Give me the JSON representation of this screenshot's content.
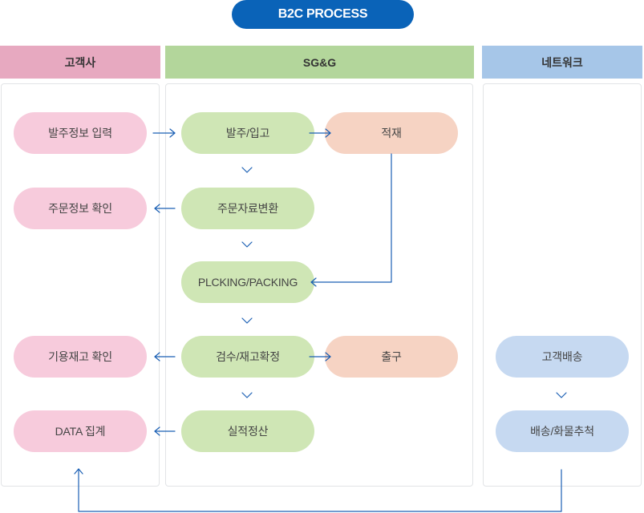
{
  "title": "B2C PROCESS",
  "columns": [
    {
      "label": "고객사",
      "color": "#e7a9c0"
    },
    {
      "label": "SG&G",
      "color": "#b3d69b"
    },
    {
      "label": "네트워크",
      "color": "#a6c6e8"
    }
  ],
  "customer": {
    "order_input": "발주정보 입력",
    "order_confirm": "주문정보 확인",
    "inventory_check": "기용재고 확인",
    "data_aggregate": "DATA 집계"
  },
  "sgg": {
    "order_receipt": "발주/입고",
    "loading": "적재",
    "order_convert": "주문자료변환",
    "picking_packing": "PLCKING/PACKING",
    "inspect_confirm": "검수/재고확정",
    "shipping": "출구",
    "performance": "실적정산"
  },
  "network": {
    "customer_delivery": "고객배송",
    "delivery_tracking": "배송/화물추척"
  },
  "colors": {
    "title_bg": "#0a63b8",
    "customer_node": "#f7cbdc",
    "sgg_node": "#cfe6b5",
    "sgg_side_node": "#f6d3c3",
    "network_node": "#c6d9f1",
    "arrow": "#1a5fb4"
  }
}
